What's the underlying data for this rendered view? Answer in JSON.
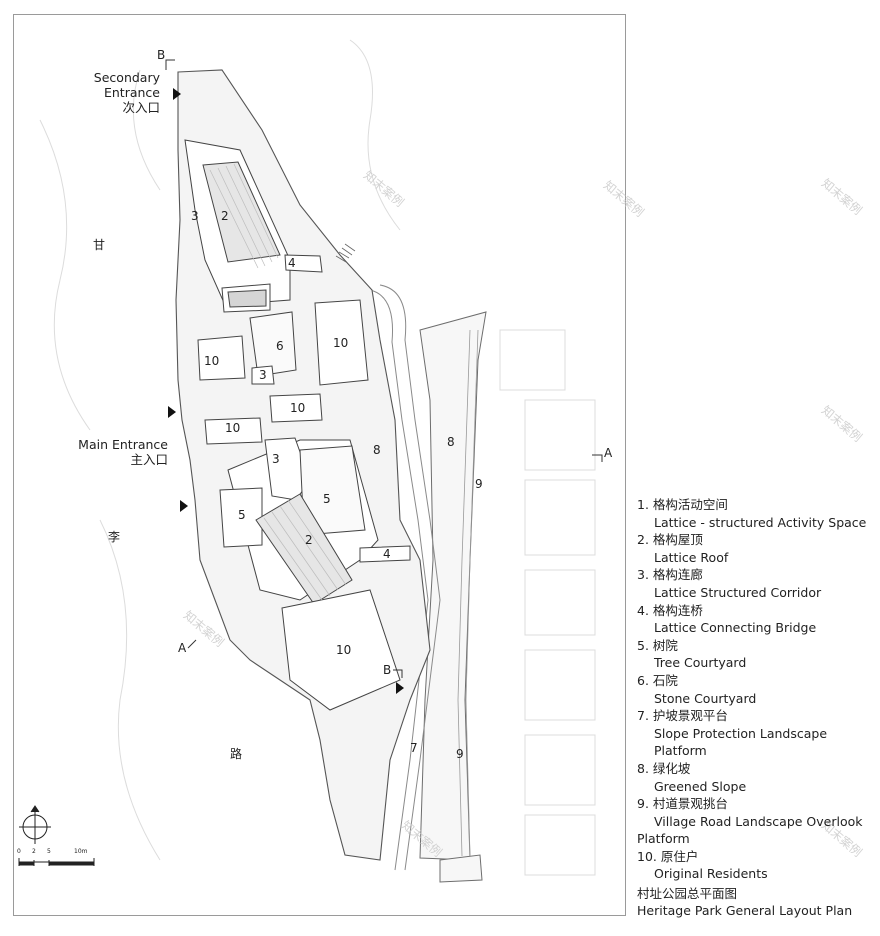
{
  "entrances": {
    "secondary_en_1": "Secondary",
    "secondary_en_2": "Entrance",
    "secondary_cn": "次入口",
    "main_en": "Main Entrance",
    "main_cn": "主入口"
  },
  "streets": [
    "甘",
    "李",
    "路"
  ],
  "section_marks": {
    "a_right": "A",
    "a_left": "A",
    "b_top": "B",
    "b_bottom": "B"
  },
  "numbers": {
    "n2a": "2",
    "n3a": "3",
    "n4a": "4",
    "n6": "6",
    "n10a": "10",
    "n3b": "3",
    "n10b": "10",
    "n10c": "10",
    "n10d": "10",
    "n3c": "3",
    "n8a": "8",
    "n8b": "8",
    "n9a": "9",
    "n5a": "5",
    "n5b": "5",
    "n2b": "2",
    "n4b": "4",
    "n10e": "10",
    "n7": "7",
    "n9b": "9"
  },
  "scale": {
    "t0": "0",
    "t2": "2",
    "t5": "5",
    "t10": "10m"
  },
  "legend": [
    {
      "cn": "1. 格构活动空间",
      "en": "Lattice - structured Activity Space"
    },
    {
      "cn": "2. 格构屋顶",
      "en": "Lattice Roof"
    },
    {
      "cn": "3. 格构连廊",
      "en": "Lattice Structured Corridor"
    },
    {
      "cn": "4. 格构连桥",
      "en": "Lattice Connecting Bridge"
    },
    {
      "cn": "5. 树院",
      "en": "Tree Courtyard"
    },
    {
      "cn": "6. 石院",
      "en": "Stone Courtyard"
    },
    {
      "cn": "7. 护坡景观平台",
      "en": "Slope Protection Landscape Platform"
    },
    {
      "cn": "8. 绿化坡",
      "en": "Greened Slope"
    },
    {
      "cn": "9. 村道景观挑台",
      "en": "Village Road Landscape Overlook",
      "en2": "Platform"
    },
    {
      "cn": "10. 原住户",
      "en": "Original Residents"
    }
  ],
  "caption": {
    "cn": "村址公园总平面图",
    "en": "Heritage Park General Layout Plan"
  },
  "watermark": "知末案例"
}
